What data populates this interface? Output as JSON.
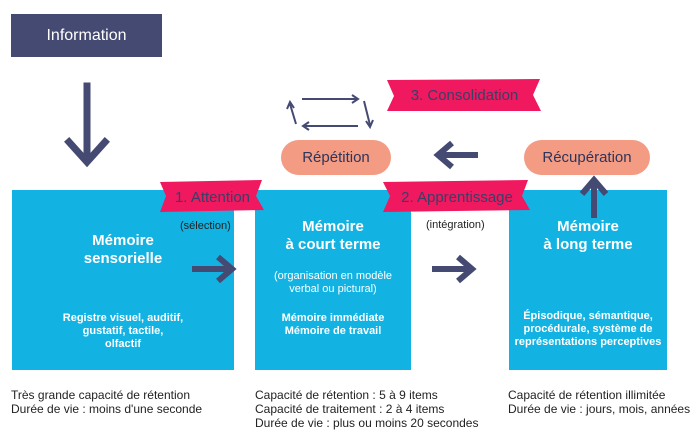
{
  "information": "Information",
  "memories": [
    {
      "title": "Mémoire\nsensorielle",
      "note": "",
      "details": "Registre visuel, auditif,\ngustatif, tactile,\nolfactif",
      "bottom": "Très grande capacité de rétention\nDurée de vie : moins d'une seconde"
    },
    {
      "title": "Mémoire\nà court terme",
      "note": "(organisation en modèle\nverbal ou pictural)",
      "details": "Mémoire immédiate\nMémoire de travail",
      "bottom": "Capacité de rétention : 5 à 9 items\nCapacité de traitement : 2 à 4 items\nDurée de vie : plus ou moins 20 secondes"
    },
    {
      "title": "Mémoire\nà long terme",
      "note": "",
      "details": "Épisodique, sémantique,\nprocédurale, système de\nreprésentations perceptives",
      "bottom": "Capacité de rétention illimitée\nDurée de vie : jours, mois, années"
    }
  ],
  "ribbons": {
    "attention": "1. Attention",
    "apprentissage": "2. Apprentissage",
    "consolidation": "3. Consolidation"
  },
  "sublabels": {
    "selection": "(sélection)",
    "integration": "(intégration)"
  },
  "pills": {
    "repetition": "Répétition",
    "recuperation": "Récupération"
  },
  "colors": {
    "navy": "#454a72",
    "blue": "#12b3e3",
    "pink": "#f0185f",
    "salmon": "#f39c83",
    "arrow": "#454a72"
  }
}
